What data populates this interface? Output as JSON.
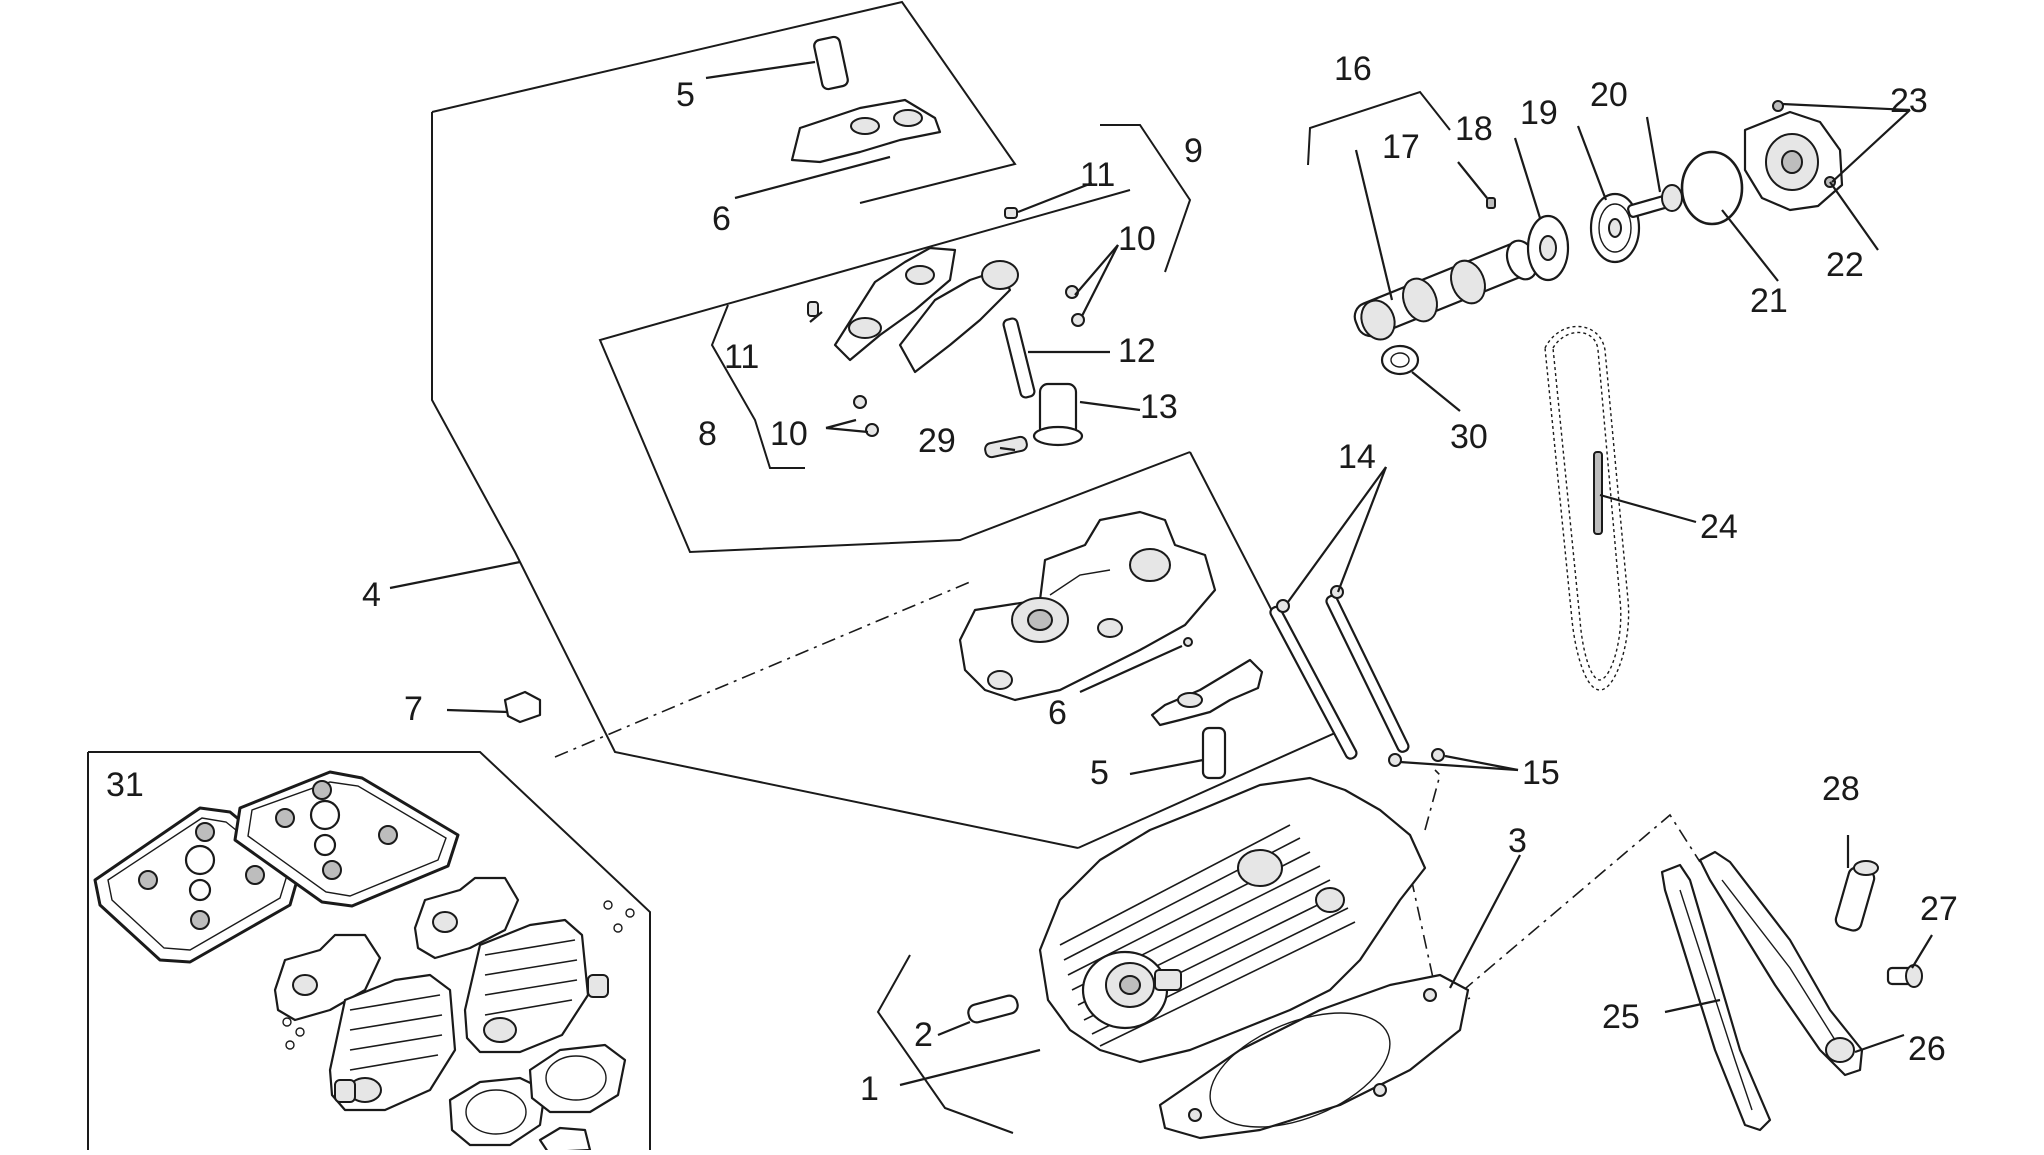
{
  "diagram": {
    "labels": [
      "1",
      "2",
      "3",
      "4",
      "5",
      "5",
      "6",
      "6",
      "7",
      "8",
      "9",
      "10",
      "10",
      "11",
      "11",
      "12",
      "13",
      "14",
      "15",
      "16",
      "17",
      "18",
      "19",
      "20",
      "21",
      "22",
      "23",
      "24",
      "25",
      "26",
      "27",
      "28",
      "29",
      "30",
      "31"
    ]
  }
}
